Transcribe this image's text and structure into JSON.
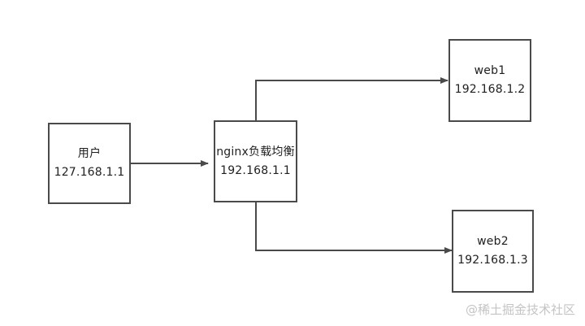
{
  "nodes": {
    "user": {
      "label": "用户",
      "ip": "127.168.1.1"
    },
    "nginx": {
      "label": "nginx负载均衡",
      "ip": "192.168.1.1"
    },
    "web1": {
      "label": "web1",
      "ip": "192.168.1.2"
    },
    "web2": {
      "label": "web2",
      "ip": "192.168.1.3"
    }
  },
  "edges": [
    {
      "from": "user",
      "to": "nginx"
    },
    {
      "from": "nginx",
      "to": "web1"
    },
    {
      "from": "nginx",
      "to": "web2"
    }
  ],
  "watermark": "@稀土掘金技术社区",
  "colors": {
    "stroke": "#4a4a4a",
    "watermark": "#c4c4c4"
  }
}
